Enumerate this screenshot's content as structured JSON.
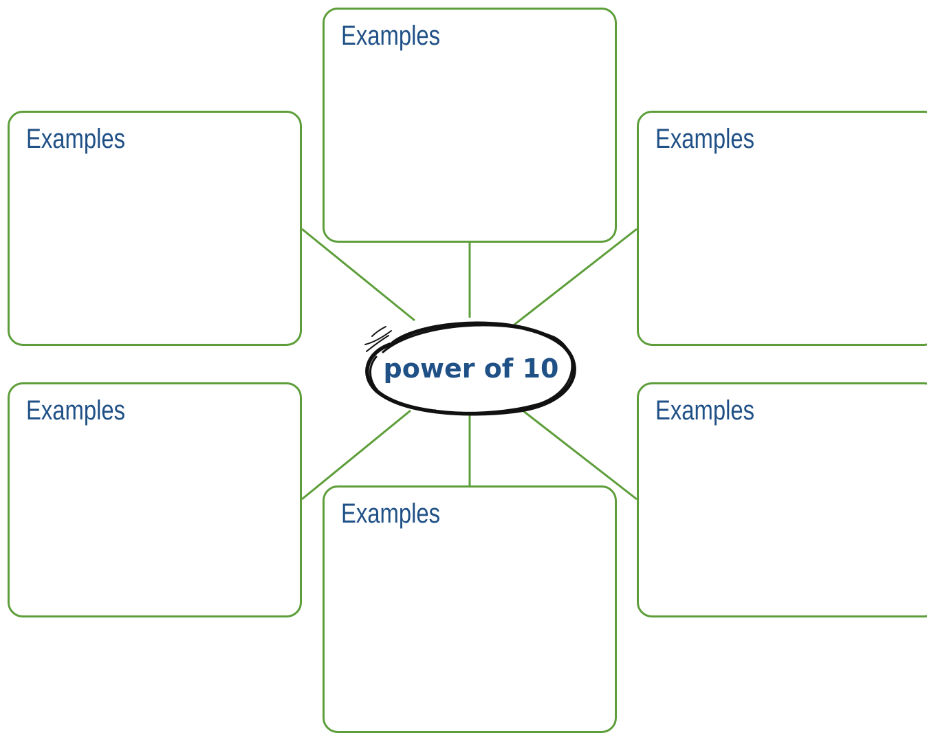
{
  "center_label": "power of 10",
  "boxes": [
    {
      "label": "Examples"
    },
    {
      "label": "Examples"
    },
    {
      "label": "Examples"
    },
    {
      "label": "Examples"
    },
    {
      "label": "Examples"
    },
    {
      "label": "Examples"
    }
  ],
  "colors": {
    "box_border": "#5d9e3a",
    "connector": "#5d9e3a",
    "label_text": "#1f5086",
    "center_outline": "#111111"
  }
}
